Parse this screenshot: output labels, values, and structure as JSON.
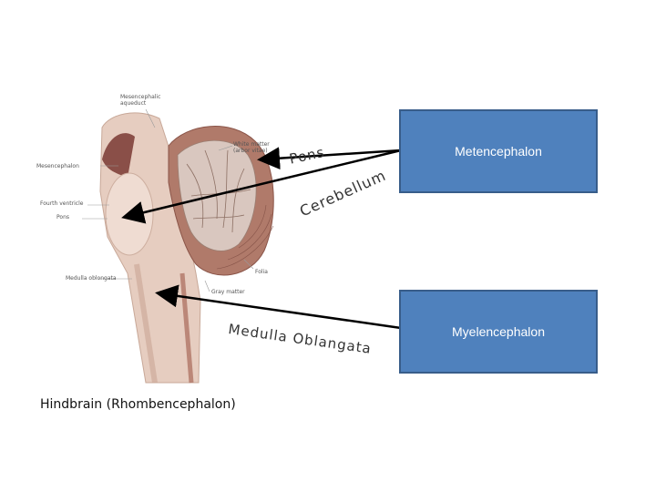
{
  "diagram": {
    "figure_labels": {
      "mesencephalic_aqueduct": "Mesencephalic aqueduct",
      "white_matter": "White matter (arbor vitae)",
      "mesencephalon": "Mesencephalon",
      "fourth_ventricle": "Fourth ventricle",
      "pons": "Pons",
      "medulla_oblongata": "Medulla oblongata",
      "folia": "Folia",
      "gray_matter": "Gray matter"
    },
    "annotations": {
      "pons": "Pons",
      "cerebellum": "Cerebellum",
      "medulla": "Medulla Oblangata"
    },
    "boxes": {
      "metencephalon": "Metencephalon",
      "myelencephalon": "Myelencephalon"
    },
    "caption": "Hindbrain (Rhombencephalon)",
    "colors": {
      "box_fill": "#4f81bd",
      "box_border": "#385d8a",
      "tissue": "#d8b8a8",
      "cerebellum": "#b07a6a"
    }
  }
}
